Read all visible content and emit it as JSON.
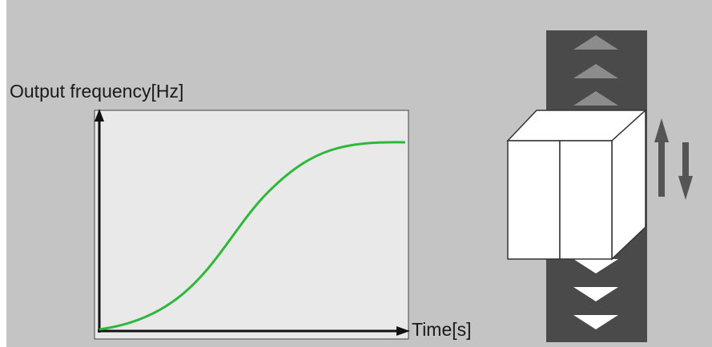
{
  "diagram": {
    "y_axis_label": "Output frequency[Hz]",
    "x_axis_label": "Time[s]",
    "curve_shape": "s-curve",
    "curve_color": "#2db83a",
    "background_color": "#c4c4c4",
    "plot_background_color": "#e9e9e9",
    "elevator": {
      "car_direction_icons": [
        "arrow-up-icon",
        "arrow-down-icon"
      ],
      "shaft_upper_icons": [
        "triangle-up-icon",
        "triangle-up-icon",
        "triangle-up-icon"
      ],
      "shaft_lower_icons": [
        "triangle-down-icon",
        "triangle-down-icon",
        "triangle-down-icon"
      ]
    }
  }
}
